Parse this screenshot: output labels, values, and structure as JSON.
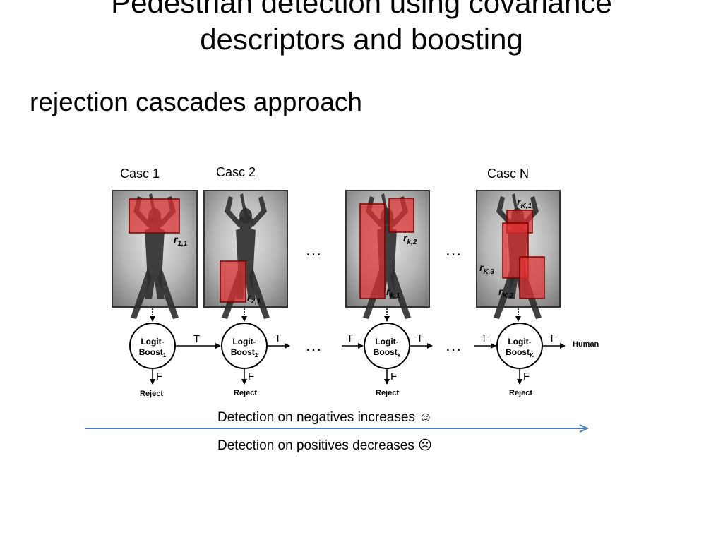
{
  "title": {
    "line1": "Pedestrian detection using covariance",
    "line2": "descriptors and boosting"
  },
  "subtitle": "rejection cascades approach",
  "cascades": [
    {
      "label": "Casc 1",
      "node_main": "Logit-",
      "node_sub": "Boost",
      "node_subscript": "1",
      "true_label": "T",
      "false_label": "F",
      "reject_label": "Reject"
    },
    {
      "label": "Casc 2",
      "node_main": "Logit-",
      "node_sub": "Boost",
      "node_subscript": "2",
      "true_label": "T",
      "false_label": "F",
      "reject_label": "Reject"
    },
    {
      "label": "",
      "node_main": "Logit-",
      "node_sub": "Boost",
      "node_subscript": "k",
      "true_label": "T",
      "false_label": "F",
      "reject_label": "Reject"
    },
    {
      "label": "Casc N",
      "node_main": "Logit-",
      "node_sub": "Boost",
      "node_subscript": "K",
      "true_label": "T",
      "false_label": "F",
      "reject_label": "Reject"
    }
  ],
  "regions": {
    "r11": {
      "base": "r",
      "sub": "1,1"
    },
    "r21": {
      "base": "r",
      "sub": "2,1"
    },
    "rk2": {
      "base": "r",
      "sub": "k,2"
    },
    "rk1": {
      "base": "r",
      "sub": "k,1"
    },
    "rK1": {
      "base": "r",
      "sub": "K,1"
    },
    "rK3": {
      "base": "r",
      "sub": "K,3"
    },
    "rK2": {
      "base": "r",
      "sub": "K,2"
    }
  },
  "ellipsis": "…",
  "output_label": "Human",
  "negatives_text": "Detection on negatives increases ☺",
  "positives_text": "Detection on positives decreases ☹",
  "colors": {
    "region_fill": "#e03030",
    "region_stroke": "#7a0000",
    "arrow": "#4a7ebb",
    "panel_bg": "#9a9a9a"
  }
}
